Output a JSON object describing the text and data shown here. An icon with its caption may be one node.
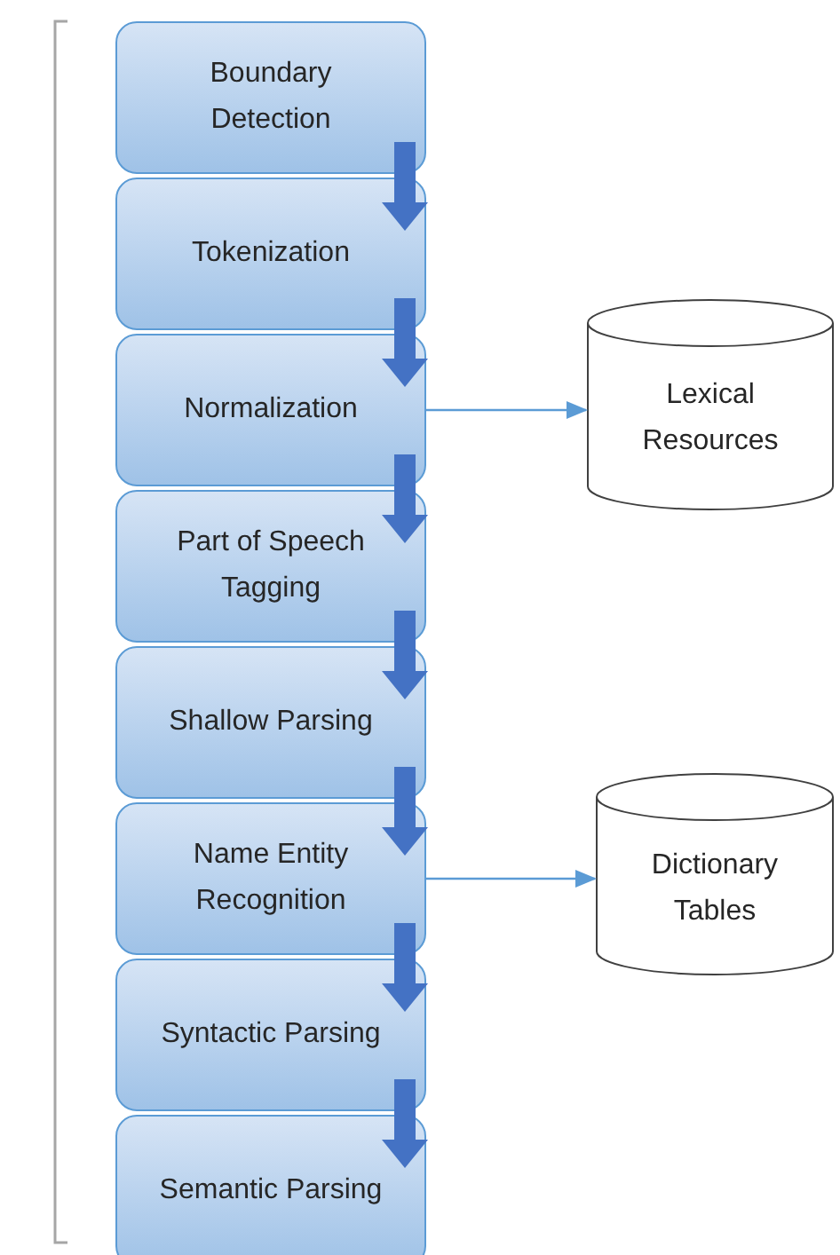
{
  "diagram": {
    "nodes": [
      {
        "text": [
          "Boundary Detection"
        ]
      },
      {
        "text": [
          "Tokenization"
        ]
      },
      {
        "text": [
          "Normalization"
        ]
      },
      {
        "text": [
          "Part of Speech Tagging"
        ]
      },
      {
        "text": [
          "Shallow Parsing"
        ]
      },
      {
        "text": [
          "Name Entity Recognition"
        ]
      },
      {
        "text": [
          "Syntactic Parsing"
        ]
      },
      {
        "text": [
          "Semantic Parsing"
        ]
      },
      {
        "text": [
          "Lexical Resources"
        ]
      },
      {
        "text": [
          "Dictionary Tables"
        ]
      }
    ],
    "edges": [
      {
        "from": 0,
        "to": 1,
        "arrow": "to"
      },
      {
        "from": 1,
        "to": 2,
        "arrow": "to"
      },
      {
        "from": 2,
        "to": 3,
        "arrow": "to"
      },
      {
        "from": 3,
        "to": 4,
        "arrow": "to"
      },
      {
        "from": 4,
        "to": 5,
        "arrow": "to"
      },
      {
        "from": 5,
        "to": 6,
        "arrow": "to"
      },
      {
        "from": 6,
        "to": 7,
        "arrow": "to"
      },
      {
        "from": 2,
        "to": 8,
        "arrow": "to",
        "color": "#5b9bd5"
      },
      {
        "from": 5,
        "to": 9,
        "arrow": "to",
        "color": "#5b9bd5"
      }
    ]
  }
}
